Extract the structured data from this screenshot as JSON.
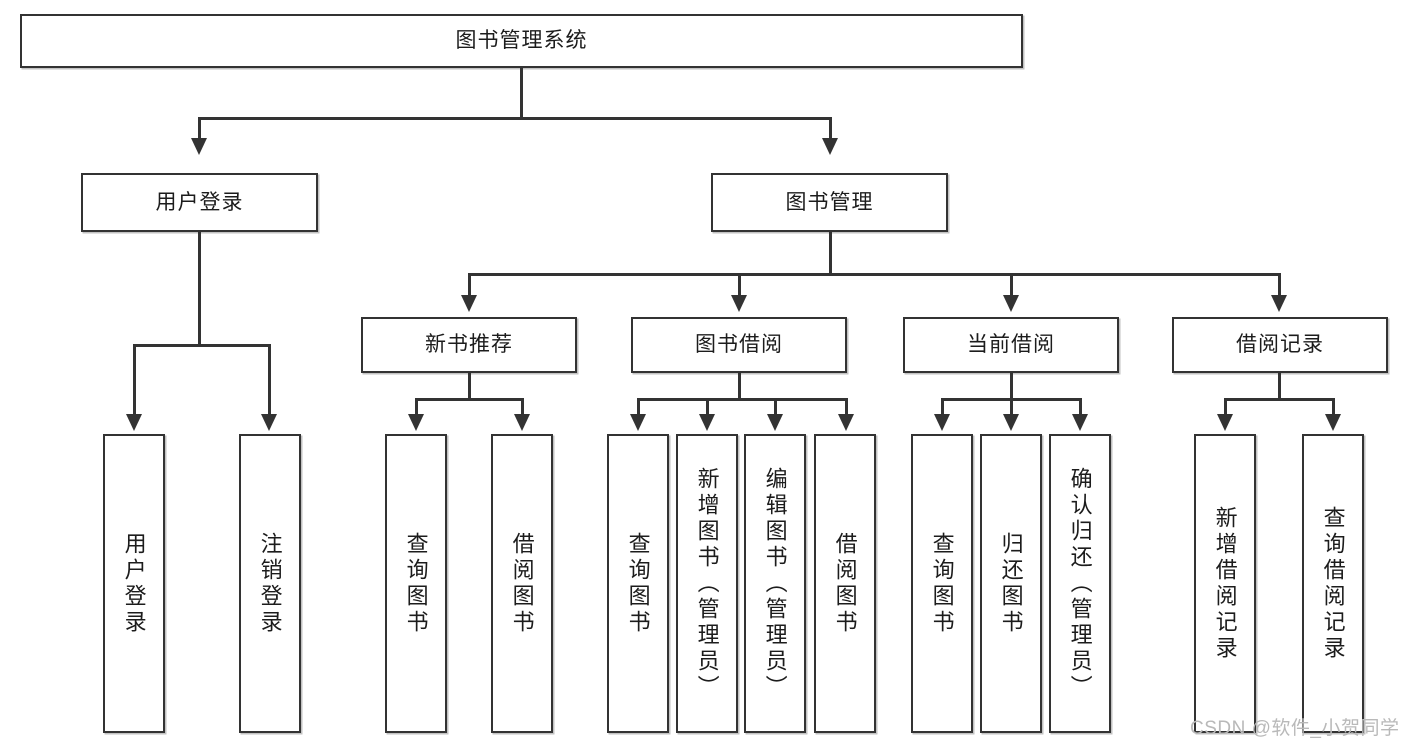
{
  "diagram": {
    "title": "图书管理系统",
    "root": {
      "label": "图书管理系统"
    },
    "level2": [
      {
        "label": "用户登录"
      },
      {
        "label": "图书管理"
      }
    ],
    "level3": [
      {
        "label": "新书推荐"
      },
      {
        "label": "图书借阅"
      },
      {
        "label": "当前借阅"
      },
      {
        "label": "借阅记录"
      }
    ],
    "leaves": {
      "user_login": [
        {
          "label": "用户登录"
        },
        {
          "label": "注销登录"
        }
      ],
      "new_book_recommend": [
        {
          "label": "查询图书"
        },
        {
          "label": "借阅图书"
        }
      ],
      "book_borrow": [
        {
          "label": "查询图书"
        },
        {
          "label": "新增图书（管理员）"
        },
        {
          "label": "编辑图书（管理员）"
        },
        {
          "label": "借阅图书"
        }
      ],
      "current_borrow": [
        {
          "label": "查询图书"
        },
        {
          "label": "归还图书"
        },
        {
          "label": "确认归还（管理员）"
        }
      ],
      "borrow_record": [
        {
          "label": "新增借阅记录"
        },
        {
          "label": "查询借阅记录"
        }
      ]
    }
  },
  "watermark": {
    "text": "CSDN @软件_小贺同学"
  },
  "colors": {
    "stroke": "#333333",
    "box_fill": "#ffffff",
    "text": "#1c1c1c",
    "watermark": "#b9b9b9"
  }
}
